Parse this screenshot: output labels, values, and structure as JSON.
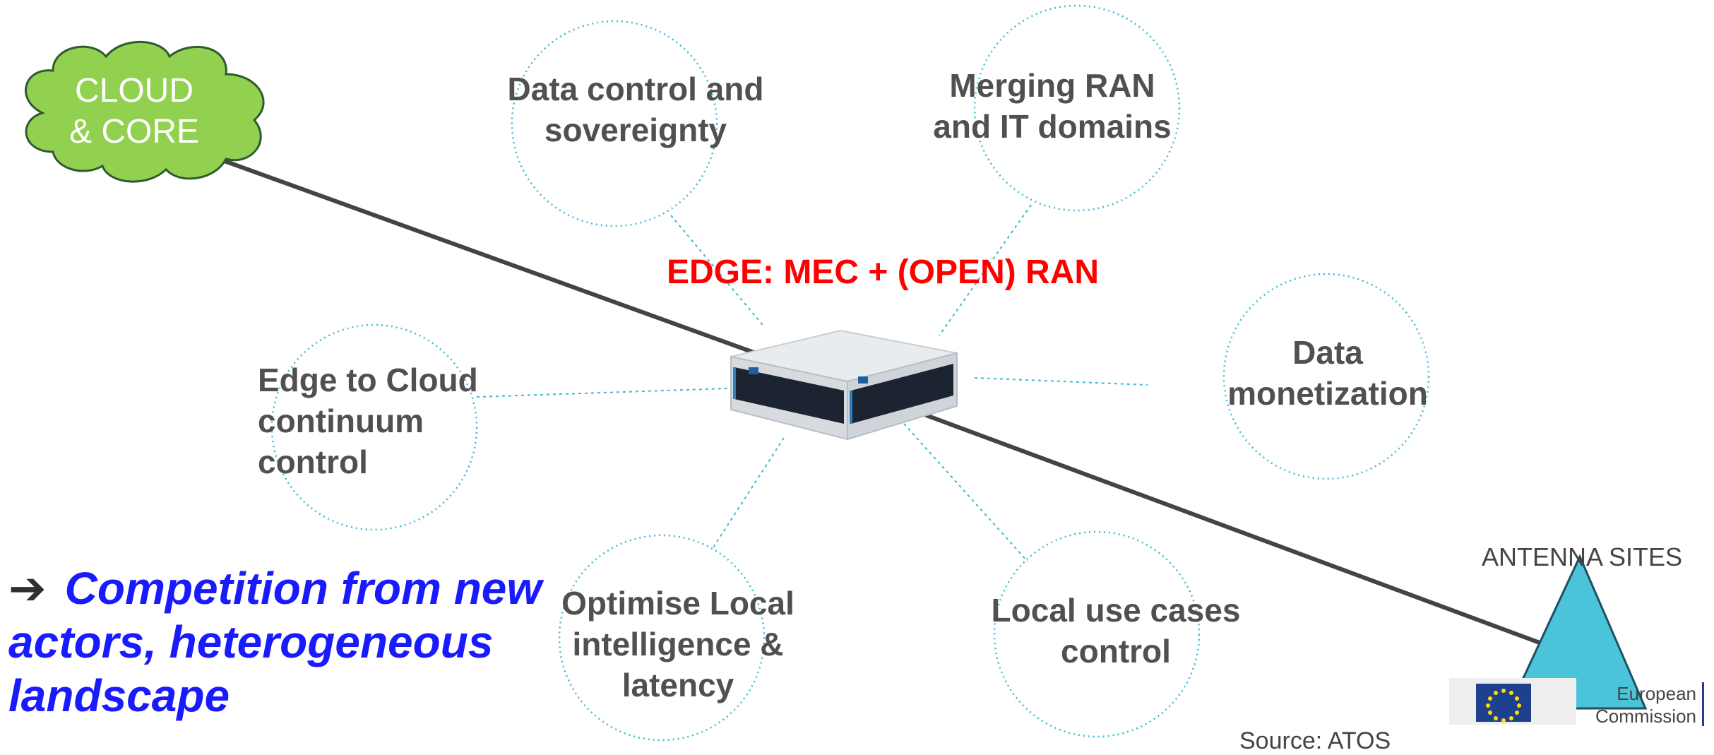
{
  "cloud": {
    "label": "CLOUD\n& CORE"
  },
  "edge_title": "EDGE: MEC + (OPEN) RAN",
  "bubbles": {
    "data_control": "Data control and\nsovereignty",
    "merging_ran": "Merging RAN\nand IT domains",
    "data_monetization": "Data\nmonetization",
    "edge_to_cloud": "Edge to Cloud\ncontinuum\ncontrol",
    "optimise_local": "Optimise Local\nintelligence &\nlatency",
    "local_use_cases": "Local use cases\ncontrol"
  },
  "antenna_sites": "ANTENNA SITES",
  "competition": {
    "arrow": "➔",
    "text": "Competition from new actors, heterogeneous landscape"
  },
  "source": "Source: ATOS",
  "logo": {
    "text": "European\nCommission"
  },
  "colors": {
    "cloud": "#92d050",
    "antenna": "#4bc4d9",
    "dotted": "#3bbad0",
    "edge_title": "#ff0000",
    "competition": "#1a1aff"
  }
}
